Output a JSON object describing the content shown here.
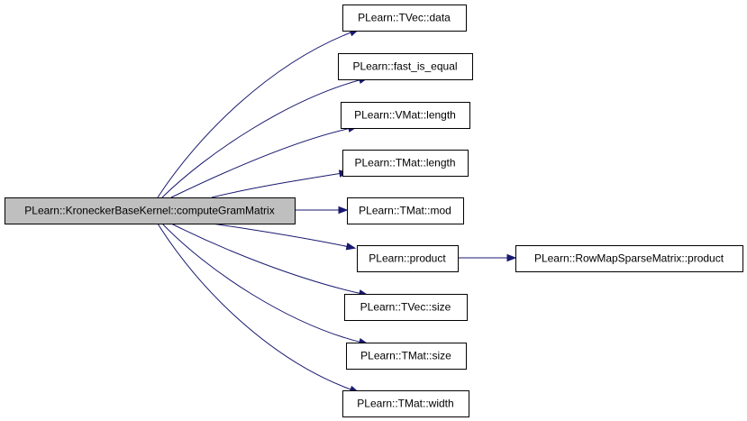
{
  "graph": {
    "root": "PLearn::KroneckerBaseKernel::computeGramMatrix",
    "nodes": [
      {
        "id": "root",
        "label": "PLearn::KroneckerBaseKernel::computeGramMatrix"
      },
      {
        "id": "tvec_data",
        "label": "PLearn::TVec::data"
      },
      {
        "id": "fast_is_equal",
        "label": "PLearn::fast_is_equal"
      },
      {
        "id": "vmat_length",
        "label": "PLearn::VMat::length"
      },
      {
        "id": "tmat_length",
        "label": "PLearn::TMat::length"
      },
      {
        "id": "tmat_mod",
        "label": "PLearn::TMat::mod"
      },
      {
        "id": "product",
        "label": "PLearn::product"
      },
      {
        "id": "rowmap_product",
        "label": "PLearn::RowMapSparseMatrix::product"
      },
      {
        "id": "tvec_size",
        "label": "PLearn::TVec::size"
      },
      {
        "id": "tmat_size",
        "label": "PLearn::TMat::size"
      },
      {
        "id": "tmat_width",
        "label": "PLearn::TMat::width"
      }
    ],
    "edges": [
      {
        "from": "root",
        "to": "tvec_data"
      },
      {
        "from": "root",
        "to": "fast_is_equal"
      },
      {
        "from": "root",
        "to": "vmat_length"
      },
      {
        "from": "root",
        "to": "tmat_length"
      },
      {
        "from": "root",
        "to": "tmat_mod"
      },
      {
        "from": "root",
        "to": "product"
      },
      {
        "from": "root",
        "to": "tvec_size"
      },
      {
        "from": "root",
        "to": "tmat_size"
      },
      {
        "from": "root",
        "to": "tmat_width"
      },
      {
        "from": "product",
        "to": "rowmap_product"
      }
    ],
    "colors": {
      "edge": "#191970",
      "root_fill": "#bfbfbf",
      "node_fill": "#ffffff",
      "border": "#000000"
    }
  }
}
